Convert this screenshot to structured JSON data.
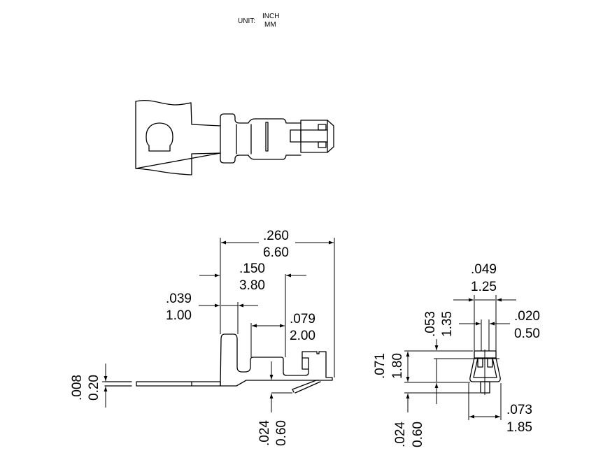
{
  "unit_label": {
    "prefix": "UNIT:",
    "primary": "INCH",
    "secondary": "MM"
  },
  "side_view_dimensions": {
    "overall_length": {
      "inch": ".260",
      "mm": "6.60"
    },
    "crimp_length": {
      "inch": ".150",
      "mm": "3.80"
    },
    "insulation_grip": {
      "inch": ".039",
      "mm": "1.00"
    },
    "wire_grip": {
      "inch": ".079",
      "mm": "2.00"
    },
    "strip_thickness": {
      "inch": ".008",
      "mm": "0.20"
    },
    "lance_height": {
      "inch": ".024",
      "mm": "0.60"
    }
  },
  "front_view_dimensions": {
    "top_width": {
      "inch": ".049",
      "mm": "1.25"
    },
    "pin_width": {
      "inch": ".020",
      "mm": "0.50"
    },
    "upper_height": {
      "inch": ".053",
      "mm": "1.35"
    },
    "body_height": {
      "inch": ".071",
      "mm": "1.80"
    },
    "bottom_width": {
      "inch": ".073",
      "mm": "1.85"
    },
    "pin_length": {
      "inch": ".024",
      "mm": "0.60"
    }
  }
}
